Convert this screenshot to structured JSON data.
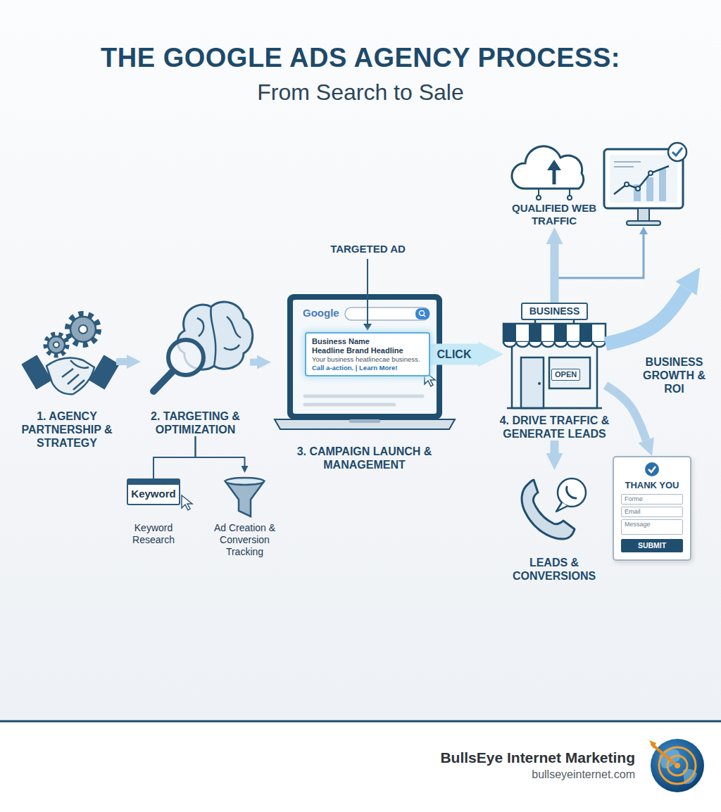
{
  "diagram": {
    "title": "THE GOOGLE ADS AGENCY PROCESS:",
    "nodes": [
      {
        "text": [
          "1. AGENCY PARTNERSHIP & STRATEGY"
        ]
      },
      {
        "text": [
          "2. TARGETING & OPTIMIZATION"
        ]
      },
      {
        "text": [
          "Keyword",
          "Keyword Research"
        ]
      },
      {
        "text": [
          "Ad Creation & Conversion Tracking"
        ]
      },
      {
        "text": [
          "Google",
          "3. CAMPAIGN LAUNCH & MANAGEMENT"
        ]
      },
      {
        "text": [
          "Business Name",
          "Headline Brand Headline",
          "Your business heatlinecae business.",
          "Call a-action. | Learn More!"
        ],
        "in": 4
      },
      {
        "text": [
          "BUSINESS",
          "4. DRIVE TRAFFIC & GENERATE LEADS"
        ]
      },
      {
        "text": [
          "OPEN"
        ],
        "in": 6
      },
      {
        "text": [
          "QUALIFIED WEB TRAFFIC"
        ]
      },
      {
        "text": [
          "BUSINESS GROWTH & ROI"
        ]
      },
      {
        "text": [
          "LEADS & CONVERSIONS"
        ]
      },
      {
        "text": [
          "THANK YOU",
          "Forme",
          "Email",
          "Message",
          "SUBMIT"
        ]
      }
    ],
    "edges": [
      {
        "from": 0,
        "to": 1,
        "arrow": "to"
      },
      {
        "from": 1,
        "to": 4,
        "arrow": "to"
      },
      {
        "from": 1,
        "to": 2,
        "arrow": "none"
      },
      {
        "from": 1,
        "to": 3,
        "arrow": "to"
      },
      {
        "from": 5,
        "to": 6,
        "label": "CLICK",
        "arrow": "to"
      },
      {
        "from": 6,
        "to": 8,
        "arrow": "to"
      },
      {
        "from": 6,
        "to": 9,
        "arrow": "to"
      },
      {
        "from": 6,
        "to": 10,
        "arrow": "to"
      },
      {
        "from": 6,
        "to": 11,
        "arrow": "to"
      }
    ],
    "labels": [
      "From Search to Sale",
      "TARGETED AD",
      "BullsEye Internet Marketing",
      "bullseyeinternet.com"
    ]
  }
}
